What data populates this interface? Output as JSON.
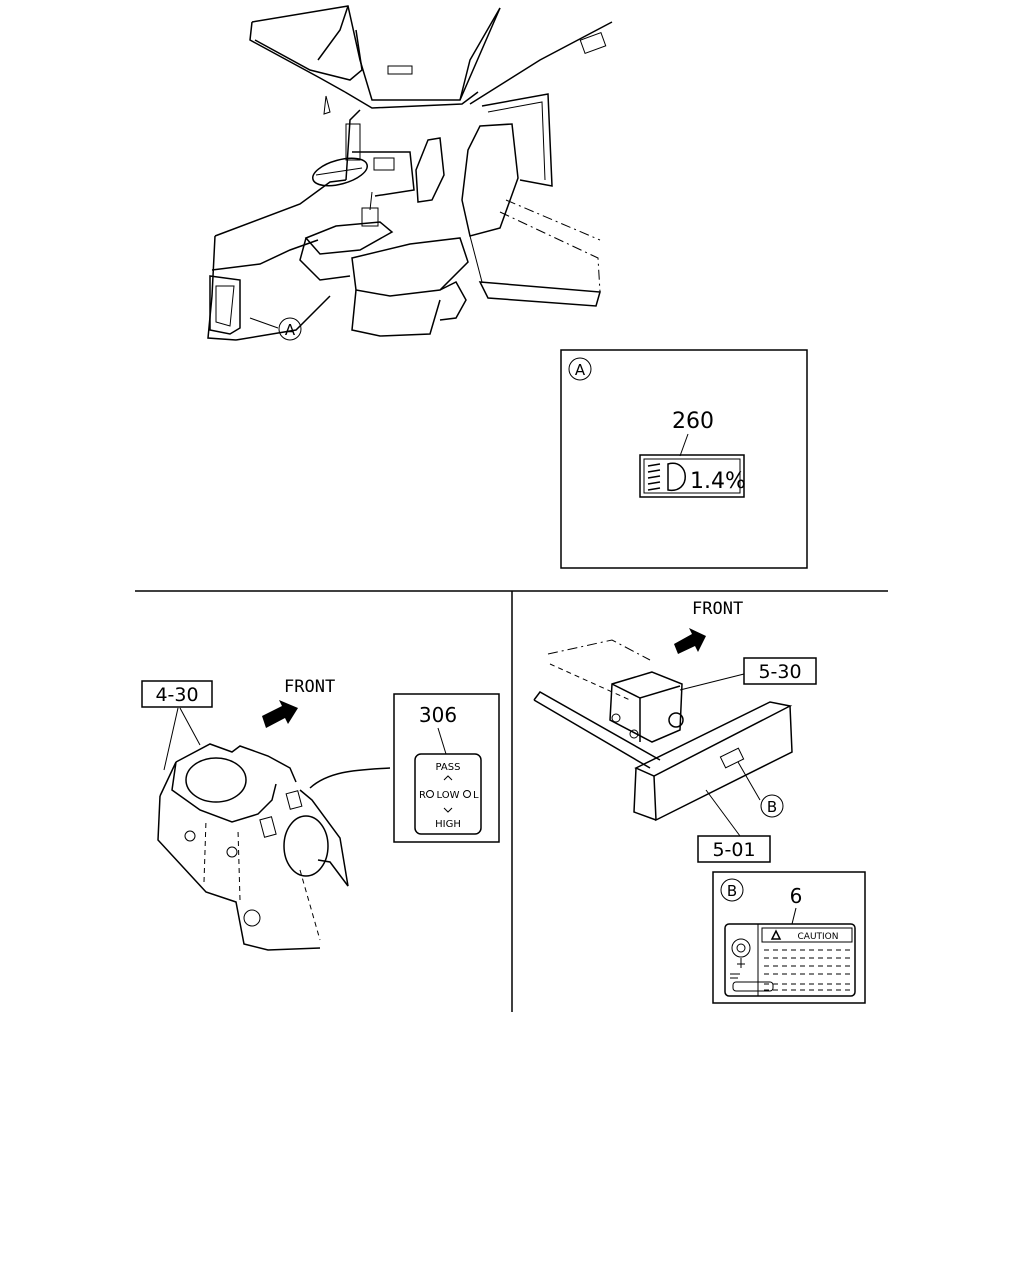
{
  "panel_a": {
    "callout_letter": "A",
    "part_number": "260",
    "label_text": "1.4%"
  },
  "cab_callout": "A",
  "column_switch": {
    "ref": "4-30",
    "front_label": "FRONT",
    "part_number": "306",
    "decal": {
      "top": "PASS",
      "left": "R",
      "middle": "LOW",
      "right": "L",
      "bottom": "HIGH"
    }
  },
  "frame": {
    "front_label": "FRONT",
    "ref_top": "5-30",
    "ref_bottom": "5-01",
    "callout_letter": "B"
  },
  "panel_b": {
    "callout_letter": "B",
    "part_number": "6",
    "warning_title": "CAUTION"
  }
}
